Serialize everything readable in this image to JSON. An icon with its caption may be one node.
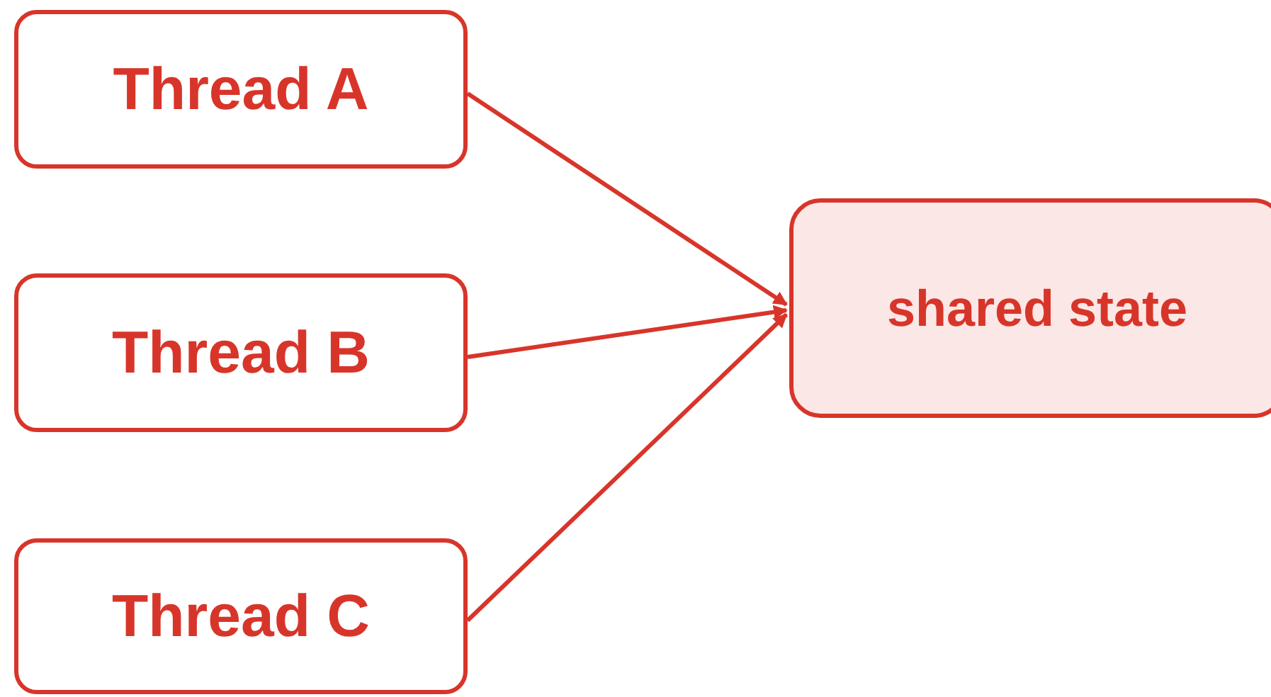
{
  "diagram": {
    "nodes": [
      {
        "text": [
          "Thread A"
        ]
      },
      {
        "text": [
          "Thread B"
        ]
      },
      {
        "text": [
          "Thread C"
        ]
      },
      {
        "text": [
          "shared state"
        ]
      }
    ],
    "edges": [
      {
        "from": 0,
        "to": 3,
        "arrow": "to"
      },
      {
        "from": 1,
        "to": 3,
        "arrow": "to"
      },
      {
        "from": 2,
        "to": 3,
        "arrow": "to"
      }
    ]
  }
}
